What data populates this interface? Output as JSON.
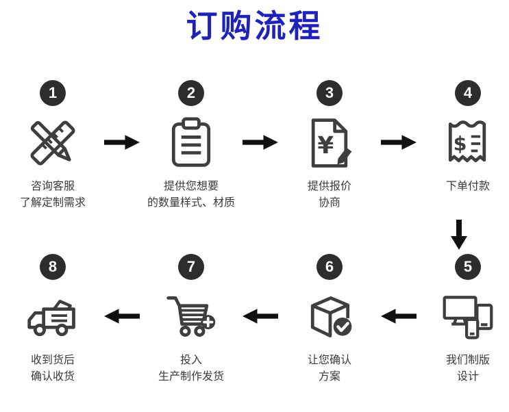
{
  "title": "订购流程",
  "steps": [
    {
      "num": "1",
      "line1": "咨询客服",
      "line2": "了解定制需求",
      "icon": "pencil-ruler-icon"
    },
    {
      "num": "2",
      "line1": "提供您想要",
      "line2": "的数量样式、材质",
      "icon": "clipboard-icon"
    },
    {
      "num": "3",
      "line1": "提供报价",
      "line2": "协商",
      "icon": "quote-document-icon"
    },
    {
      "num": "4",
      "line1": "下单付款",
      "line2": "",
      "icon": "receipt-icon"
    },
    {
      "num": "5",
      "line1": "我们制版",
      "line2": "设计",
      "icon": "design-devices-icon"
    },
    {
      "num": "6",
      "line1": "让您确认",
      "line2": "方案",
      "icon": "package-check-icon"
    },
    {
      "num": "7",
      "line1": "投入",
      "line2": "生产制作发货",
      "icon": "cart-icon"
    },
    {
      "num": "8",
      "line1": "收到货后",
      "line2": "确认收货",
      "icon": "truck-icon"
    }
  ],
  "colors": {
    "title-color": "#1e22b8",
    "badge-color": "#2d2d2d",
    "icon-color": "#3e3e3e",
    "arrow-color": "#101010",
    "text-color": "#3b3b3b"
  }
}
